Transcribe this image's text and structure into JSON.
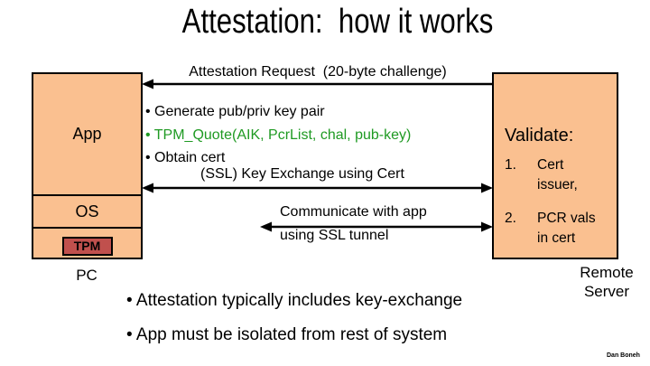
{
  "title": "Attestation:  how it works",
  "pc_box": {
    "app": "App",
    "os": "OS",
    "tpm": "TPM",
    "caption": "PC"
  },
  "server_box": {
    "heading": "Validate:",
    "items": [
      {
        "num": "1.",
        "line1": "Cert",
        "line2": "issuer,"
      },
      {
        "num": "2.",
        "line1": "PCR vals",
        "line2": "in cert"
      }
    ],
    "caption": "Remote Server"
  },
  "flows": {
    "attestation_request": "Attestation Request  (20-byte challenge)",
    "steps": [
      {
        "text": "Generate pub/priv key pair",
        "highlight": false
      },
      {
        "text": "TPM_Quote(AIK, PcrList, chal, pub-key)",
        "highlight": true
      },
      {
        "text": "Obtain cert",
        "highlight": false
      }
    ],
    "key_exchange": "(SSL) Key Exchange using Cert",
    "communicate_line1": "Communicate with app",
    "communicate_line2": "using SSL tunnel"
  },
  "notes": [
    "Attestation typically includes key-exchange",
    "App must be isolated from rest of system"
  ],
  "footer": "Dan Boneh",
  "colors": {
    "box_fill": "#FAC090",
    "box_border": "#000000",
    "tpm_fill": "#C0504D",
    "highlight_text": "#1F9A23",
    "arrow": "#000000"
  }
}
